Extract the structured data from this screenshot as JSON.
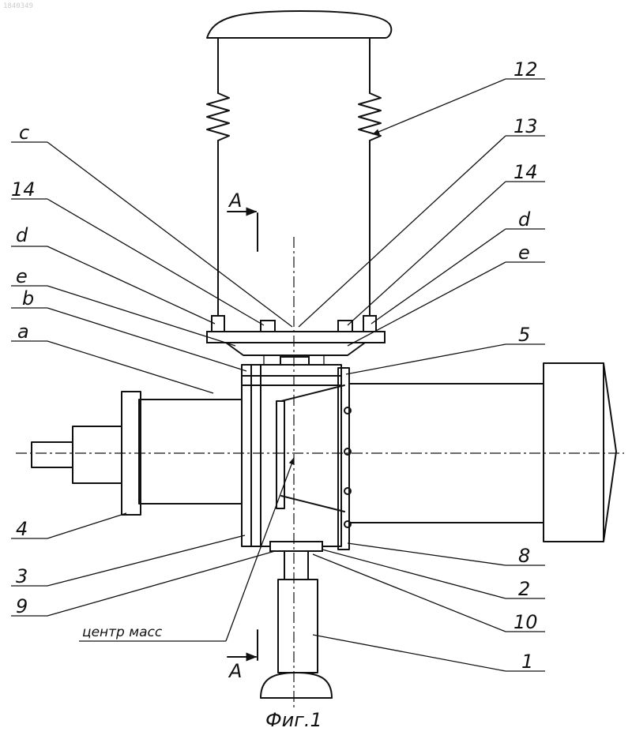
{
  "watermark": "1840349",
  "caption": "Фиг.1",
  "section_label": "A",
  "center_of_mass_label": "центр масс",
  "labels_left": [
    "c",
    "14",
    "d",
    "e",
    "b",
    "a",
    "4",
    "3",
    "9"
  ],
  "labels_right": [
    "12",
    "13",
    "14",
    "d",
    "e",
    "5",
    "8",
    "2",
    "10",
    "1"
  ]
}
